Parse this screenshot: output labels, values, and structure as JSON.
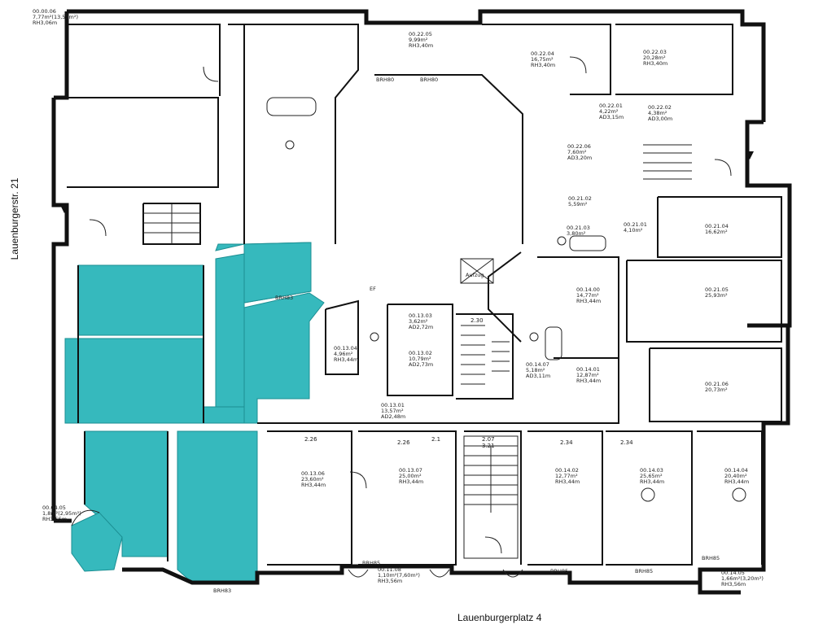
{
  "streets": {
    "left": "Lauenburgerstr. 21",
    "bottom": "Lauenburgerplatz 4"
  },
  "colors": {
    "highlight": "#36b9bd",
    "wall": "#111111"
  },
  "rooms": [
    {
      "id": "00.00.06",
      "area": "7,77m²(13,53m²)",
      "rh": "RH3,06m"
    },
    {
      "id": "00.22.05",
      "area": "9,99m²",
      "rh": "RH3,40m"
    },
    {
      "id": "00.22.04",
      "area": "16,75m²",
      "rh": "RH3,40m"
    },
    {
      "id": "00.22.03",
      "area": "20,28m²",
      "rh": "RH3,40m"
    },
    {
      "id": "00.22.01",
      "area": "4,22m²",
      "rh": "AD3,15m"
    },
    {
      "id": "00.22.02",
      "area": "4,38m²",
      "rh": "AD3,00m"
    },
    {
      "id": "00.22.06",
      "area": "7,60m²",
      "rh": "AD3,20m"
    },
    {
      "id": "00.21.02",
      "area": "5,59m²",
      "rh": ""
    },
    {
      "id": "00.21.03",
      "area": "3,80m²",
      "rh": ""
    },
    {
      "id": "00.21.01",
      "area": "4,10m²",
      "rh": ""
    },
    {
      "id": "00.21.04",
      "area": "16,62m²",
      "rh": ""
    },
    {
      "id": "00.21.05",
      "area": "25,93m²",
      "rh": ""
    },
    {
      "id": "00.21.06",
      "area": "20,73m²",
      "rh": ""
    },
    {
      "id": "00.14.00",
      "area": "14,77m²",
      "rh": "RH3,44m"
    },
    {
      "id": "00.14.01",
      "area": "12,87m²",
      "rh": "RH3,44m"
    },
    {
      "id": "00.14.07",
      "area": "5,18m²",
      "rh": "AD3,11m"
    },
    {
      "id": "00.13.04",
      "area": "4,96m²",
      "rh": "RH3,44m"
    },
    {
      "id": "00.13.03",
      "area": "3,62m²",
      "rh": "AD2,72m"
    },
    {
      "id": "00.13.02",
      "area": "10,79m²",
      "rh": "AD2,73m"
    },
    {
      "id": "00.13.01",
      "area": "13,57m²",
      "rh": "AD2,48m"
    },
    {
      "id": "00.13.06",
      "area": "23,60m²",
      "rh": "RH3,44m"
    },
    {
      "id": "00.13.07",
      "area": "25,00m²",
      "rh": "RH3,44m"
    },
    {
      "id": "00.14.02",
      "area": "12,77m²",
      "rh": "RH3,44m"
    },
    {
      "id": "00.14.03",
      "area": "25,65m²",
      "rh": "RH3,44m"
    },
    {
      "id": "00.14.04",
      "area": "20,40m²",
      "rh": "RH3,44m"
    },
    {
      "id": "00.04.05",
      "area": "1,8m²(2,95m²)",
      "rh": "RH3,55m"
    },
    {
      "id": "00.14.05",
      "area": "1,66m²(3,20m²)",
      "rh": "RH3,56m"
    },
    {
      "id": "00.11.08",
      "area": "1,10m²(7,60m²)",
      "rh": "RH3,56m"
    }
  ],
  "labels": {
    "aufzug": "Aufzug",
    "ef": "EF",
    "brh": "BRH85",
    "brh80": "BRH80",
    "brh83": "BRH83",
    "dim_207": "2.07",
    "dim_321": "3.21",
    "dim_230": "2.30",
    "dim_226": "2.26",
    "dim_234": "2.34",
    "dim_21": "2.1"
  }
}
